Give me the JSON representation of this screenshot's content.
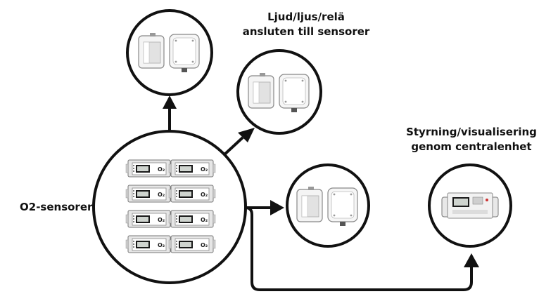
{
  "labels": {
    "alarm_devices": [
      "Ljud/ljus/relä",
      "ansluten till sensorer"
    ],
    "central_unit": [
      "Styrning/visualisering",
      "genom centralenhet"
    ],
    "sensors": "O2-sensorer"
  },
  "sensor_unit_badge": "O₂",
  "colors": {
    "stroke": "#111111",
    "device_body": "#efefef",
    "screen": "#1a1a1a"
  }
}
